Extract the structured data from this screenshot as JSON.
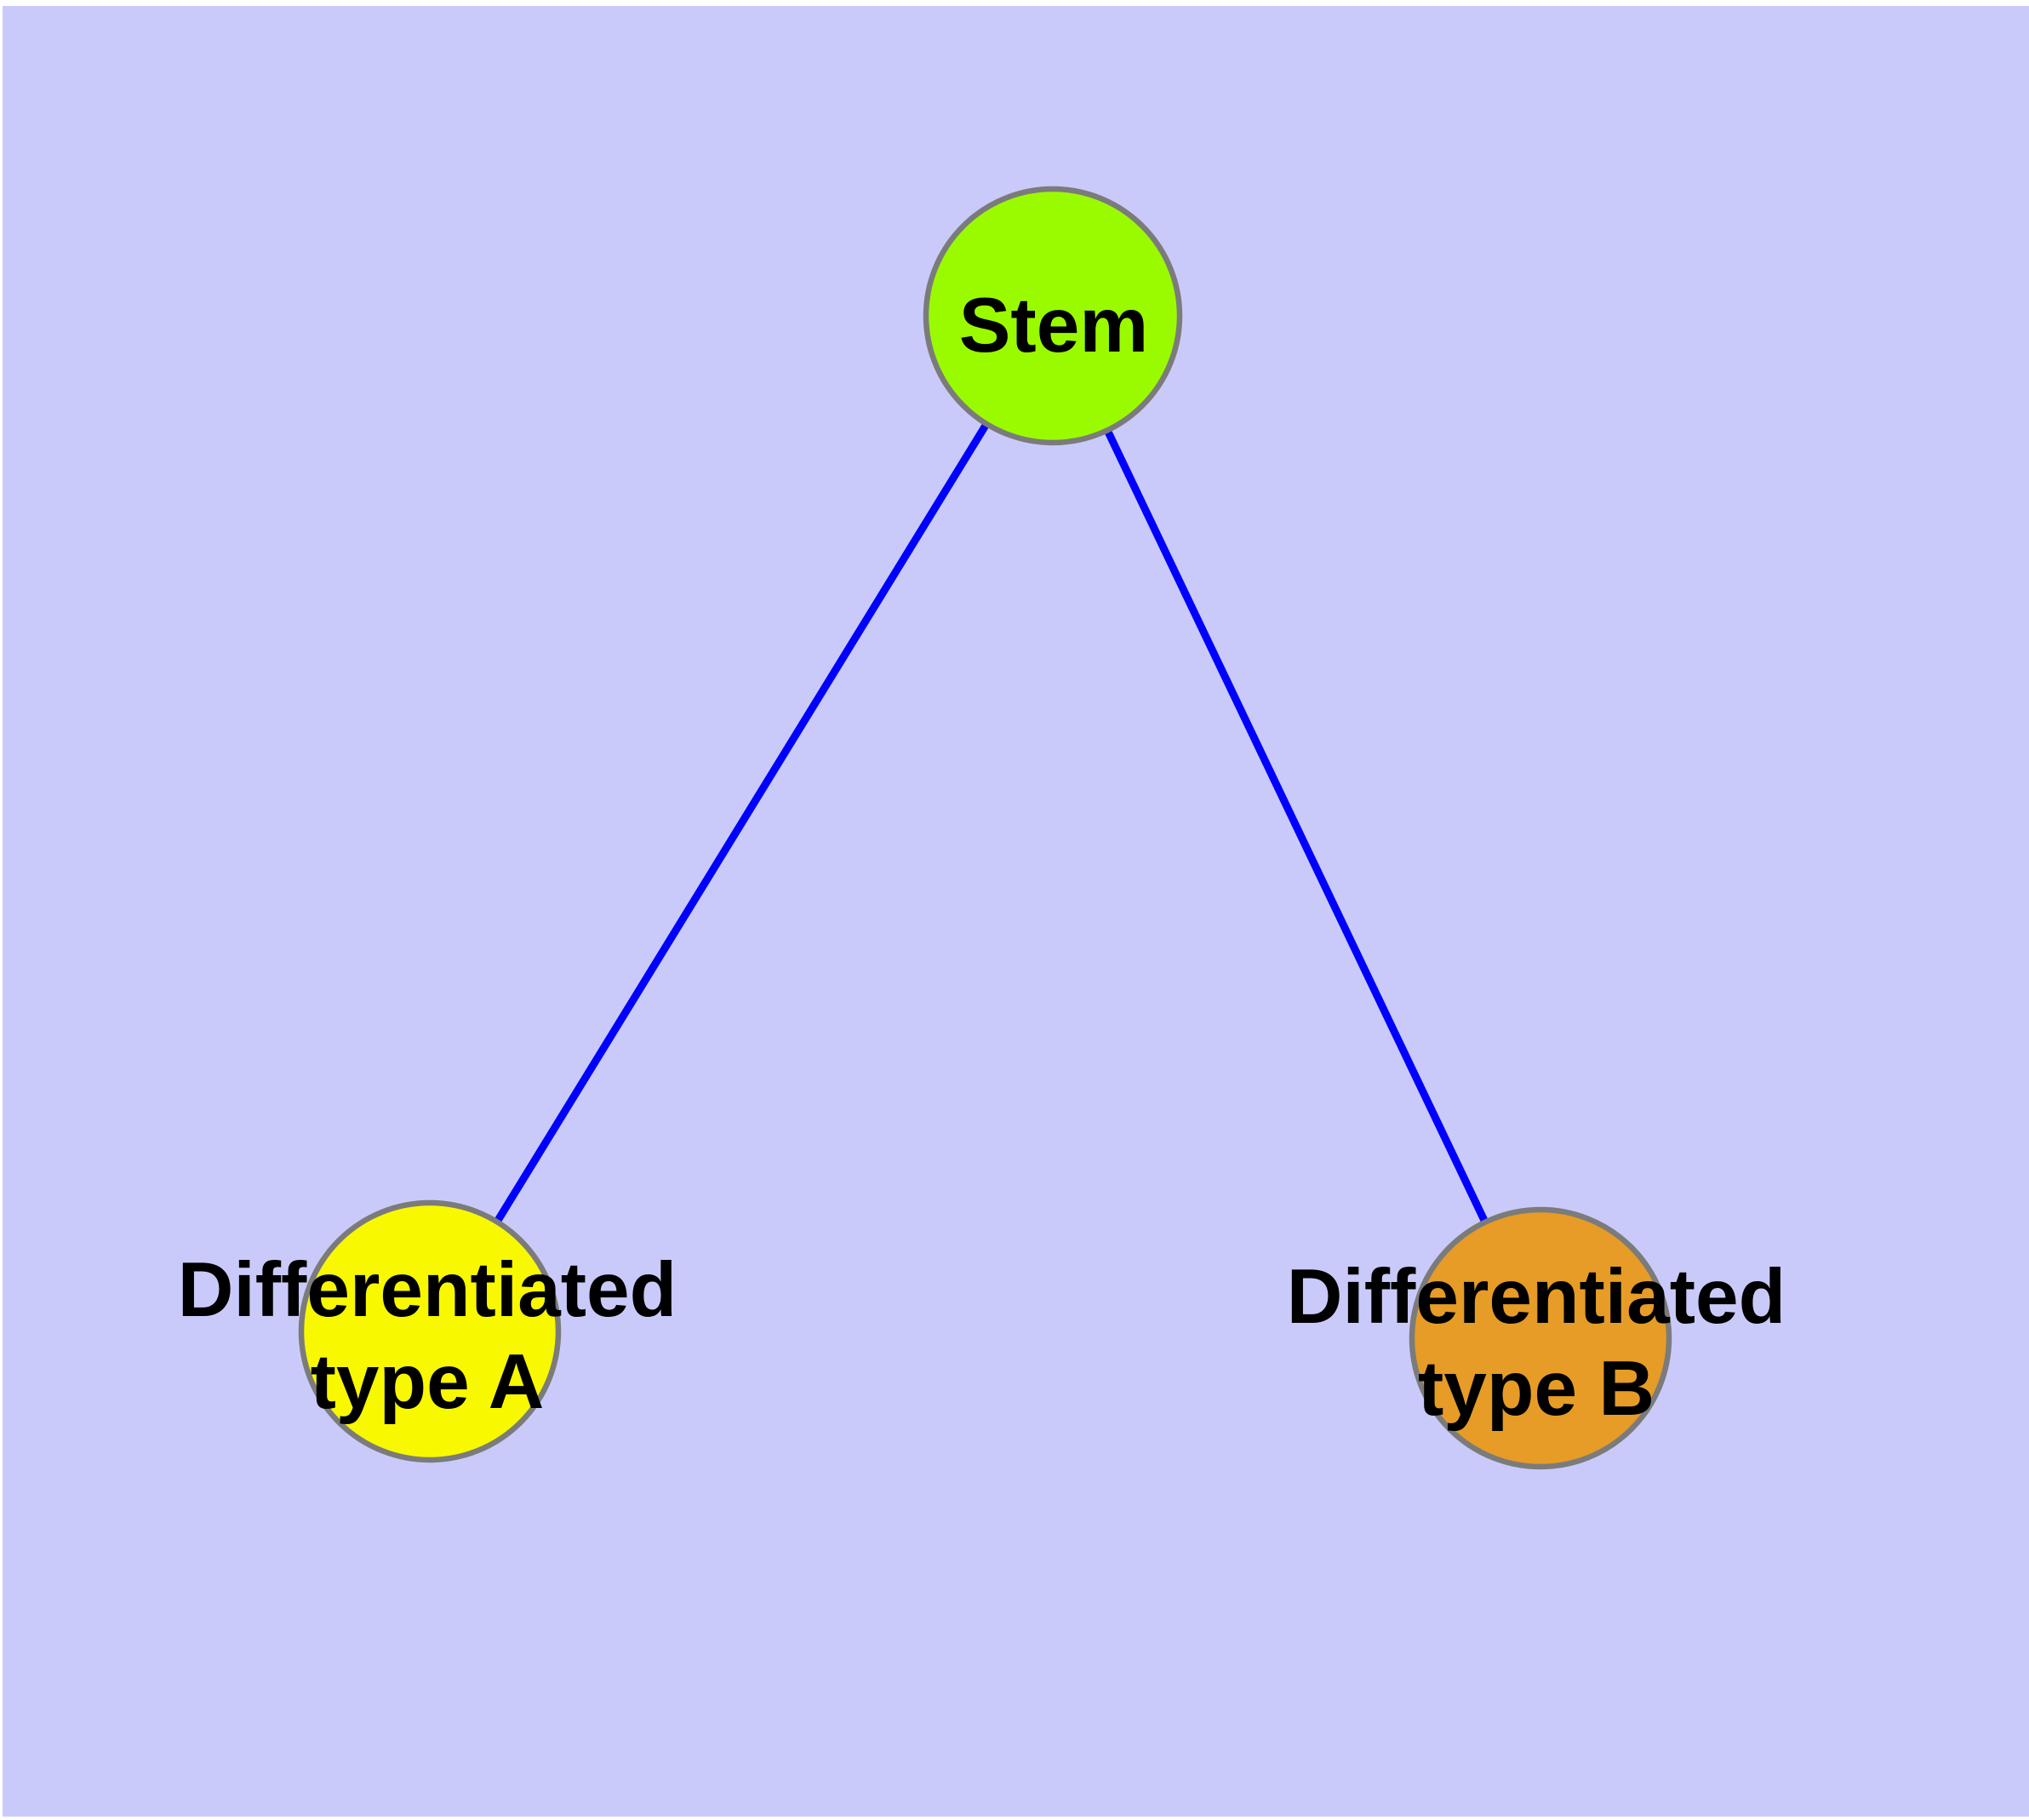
{
  "figure": {
    "background_color": "#CACAFA",
    "margin_color": "#FFFFFF",
    "node_border_color": "#7B7B7B",
    "edge_color": "#0000FF",
    "label_color": "#000000"
  },
  "diagram": {
    "type": "node-link-tree",
    "nodes": [
      {
        "id": "stem",
        "label": "Stem",
        "line1": "Stem",
        "line2": "",
        "fill": "#9AFB00"
      },
      {
        "id": "diff-a",
        "label": "Differentiated type A",
        "line1": "Differentiated",
        "line2": "type A",
        "fill": "#F8F800"
      },
      {
        "id": "diff-b",
        "label": "Differentiated type B",
        "line1": "Differentiated",
        "line2": "type B",
        "fill": "#E69C26"
      }
    ],
    "edges": [
      {
        "from": "stem",
        "to": "diff-a"
      },
      {
        "from": "stem",
        "to": "diff-b"
      }
    ]
  }
}
